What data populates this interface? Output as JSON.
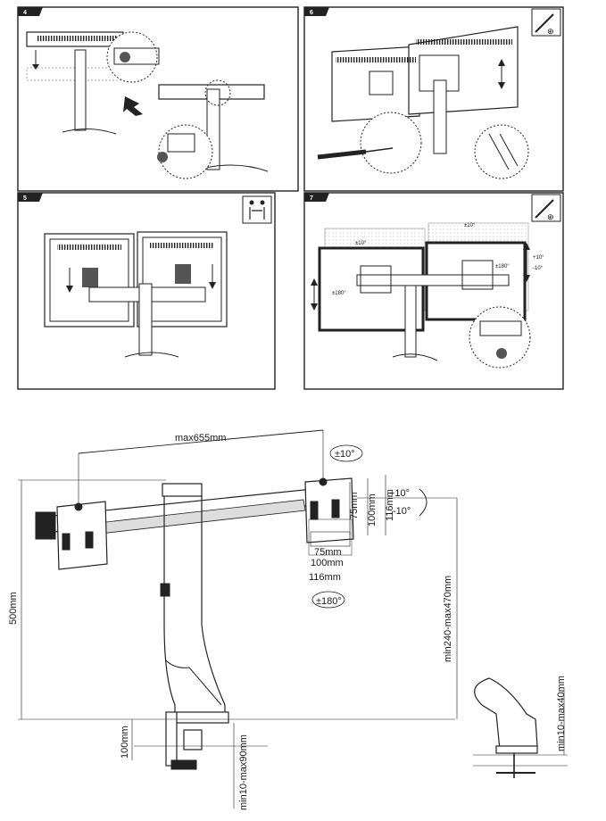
{
  "panels": [
    {
      "step": "4"
    },
    {
      "step": "5"
    },
    {
      "step": "6"
    },
    {
      "step": "7"
    }
  ],
  "step7": {
    "rot_top_left": "±10°",
    "rot_top_right": "±10°",
    "rot_left": "±180°",
    "rot_right": "±180°",
    "tilt_up": "+10°",
    "tilt_down": "-10°"
  },
  "dimensions": {
    "max_width": "max655mm",
    "swivel": "±10°",
    "vesa_75_v": "75mm",
    "vesa_100_v": "100mm",
    "vesa_116_v": "116mm",
    "tilt_up": "+10°",
    "tilt_down": "-10°",
    "vesa_75_h": "75mm",
    "vesa_100_h": "100mm",
    "vesa_116_h": "116mm",
    "rotation": "±180°",
    "pole_height": "500mm",
    "height_range": "min240-max470mm",
    "base_height": "100mm",
    "desk_clamp": "min10-max90mm",
    "grommet": "min10-max40mm"
  },
  "icons": [
    "screwdriver-icon",
    "two-people-icon",
    "rotate-icon"
  ]
}
